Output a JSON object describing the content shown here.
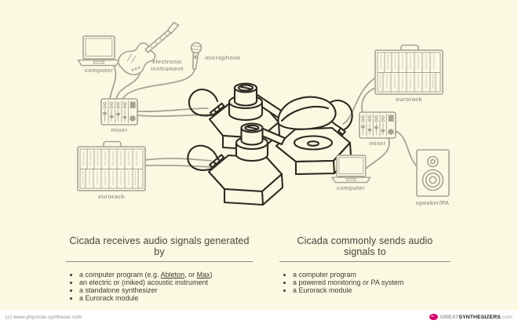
{
  "colors": {
    "background": "#fcf9e2",
    "grey_line": "#a7a395",
    "ink": "#2b2a22",
    "logo_pink": "#d0006b"
  },
  "diagram": {
    "labels": {
      "computer_left": "computer",
      "instrument_lines": [
        "electronic",
        "instrument"
      ],
      "microphone": "microphone",
      "mixer_left": "mixer",
      "eurorack_left": "eurorack",
      "eurorack_right": "eurorack",
      "mixer_right": "mixer",
      "computer_right": "computer",
      "speaker": "speaker/PA"
    }
  },
  "sections": [
    {
      "title": "Cicada receives audio signals generated by",
      "bullets": [
        {
          "text": "a computer program (e.g. Ableton, or Max)",
          "links": [
            "Ableton",
            "Max"
          ]
        },
        {
          "text": "an electric or (miked) acoustic instrument",
          "links": []
        },
        {
          "text": "a standalone synthesizer",
          "links": []
        },
        {
          "text": "a Eurorack module",
          "links": []
        }
      ]
    },
    {
      "title": "Cicada commonly sends audio signals to",
      "bullets": [
        {
          "text": "a computer program",
          "links": []
        },
        {
          "text": "a powered monitoring or PA system",
          "links": []
        },
        {
          "text": "a Eurorack module",
          "links": []
        }
      ]
    }
  ],
  "footer": {
    "copyright": "(c) www.physical-synthesis.com",
    "logo": {
      "prefix": "GREAT",
      "name": "SYNTHESIZERS",
      "suffix": ".com"
    }
  }
}
